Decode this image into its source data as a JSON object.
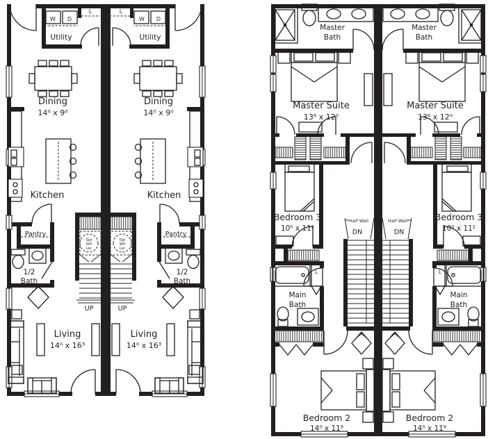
{
  "colors": {
    "ink": "#231f20",
    "paper": "#ffffff"
  },
  "floor1": {
    "utility": "Utility",
    "washer": "W",
    "dryer": "D",
    "linen": "L",
    "dining_name": "Dining",
    "dining_dims": "14⁰ x 9⁰",
    "kitchen": "Kitchen",
    "pantry": "Pantry",
    "wh_line1": "Opt",
    "wh_line2": "WH",
    "wh_line3": "Loc",
    "half_bath_line1": "1/2",
    "half_bath_line2": "Bath",
    "up": "UP",
    "living_name": "Living",
    "living_dims": "14⁰ x 16³"
  },
  "floor2": {
    "master_bath_line1": "Master",
    "master_bath_line2": "Bath",
    "master_suite_name": "Master Suite",
    "master_suite_dims": "13⁶ x 12⁰",
    "bedroom3_name": "Bedroom 3",
    "bedroom3_dims": "10⁰ x 11²",
    "half_wall": "Half Wall",
    "down": "DN",
    "linen": "L",
    "main_bath_line1": "Main",
    "main_bath_line2": "Bath",
    "bedroom2_name": "Bedroom 2",
    "bedroom2_dims": "14⁰ x 11⁹"
  }
}
